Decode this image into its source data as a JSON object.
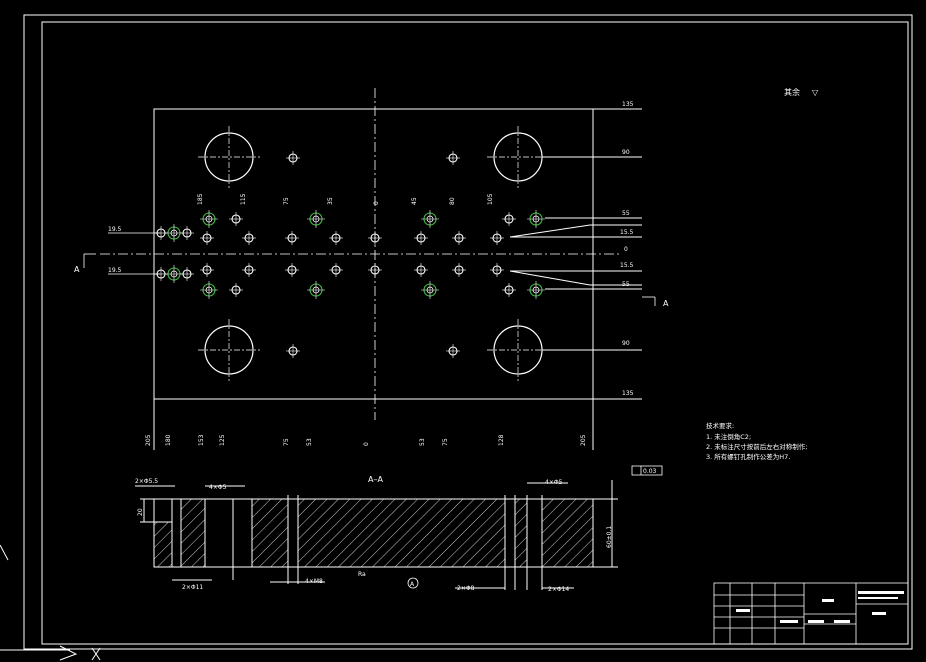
{
  "surface_finish": {
    "text": "其余",
    "symbol": "▽"
  },
  "section_marks": {
    "left": "A",
    "right": "A",
    "section_title": "A–A"
  },
  "right_dims": [
    "135",
    "90",
    "55",
    "15.5",
    "0",
    "15.5",
    "55",
    "90",
    "135"
  ],
  "left_dims": [
    "19.5",
    "19.5"
  ],
  "top_vertical_dims": [
    "185",
    "115",
    "75",
    "35",
    "0",
    "45",
    "80",
    "105"
  ],
  "bottom_vertical_dims": [
    "205",
    "180",
    "153",
    "125",
    "75",
    "53",
    "0",
    "53",
    "75",
    "128",
    "205"
  ],
  "tech_notes": {
    "title": "技术要求:",
    "lines": [
      "1. 未注倒角C2;",
      "2. 未标注尺寸按前后左右对称制作;",
      "3. 所有螺钉孔制作公差为H7."
    ]
  },
  "section_view": {
    "callouts": [
      "2×Φ5.5",
      "4×Φ5",
      "2×Φ11",
      "4×M8",
      "2×Φ8",
      "4×Φ5",
      "2×Φ14"
    ],
    "height_dim": "60±0.1",
    "left_height": "20",
    "flatness": "0.03",
    "datum": "A",
    "finish": "Ra"
  }
}
